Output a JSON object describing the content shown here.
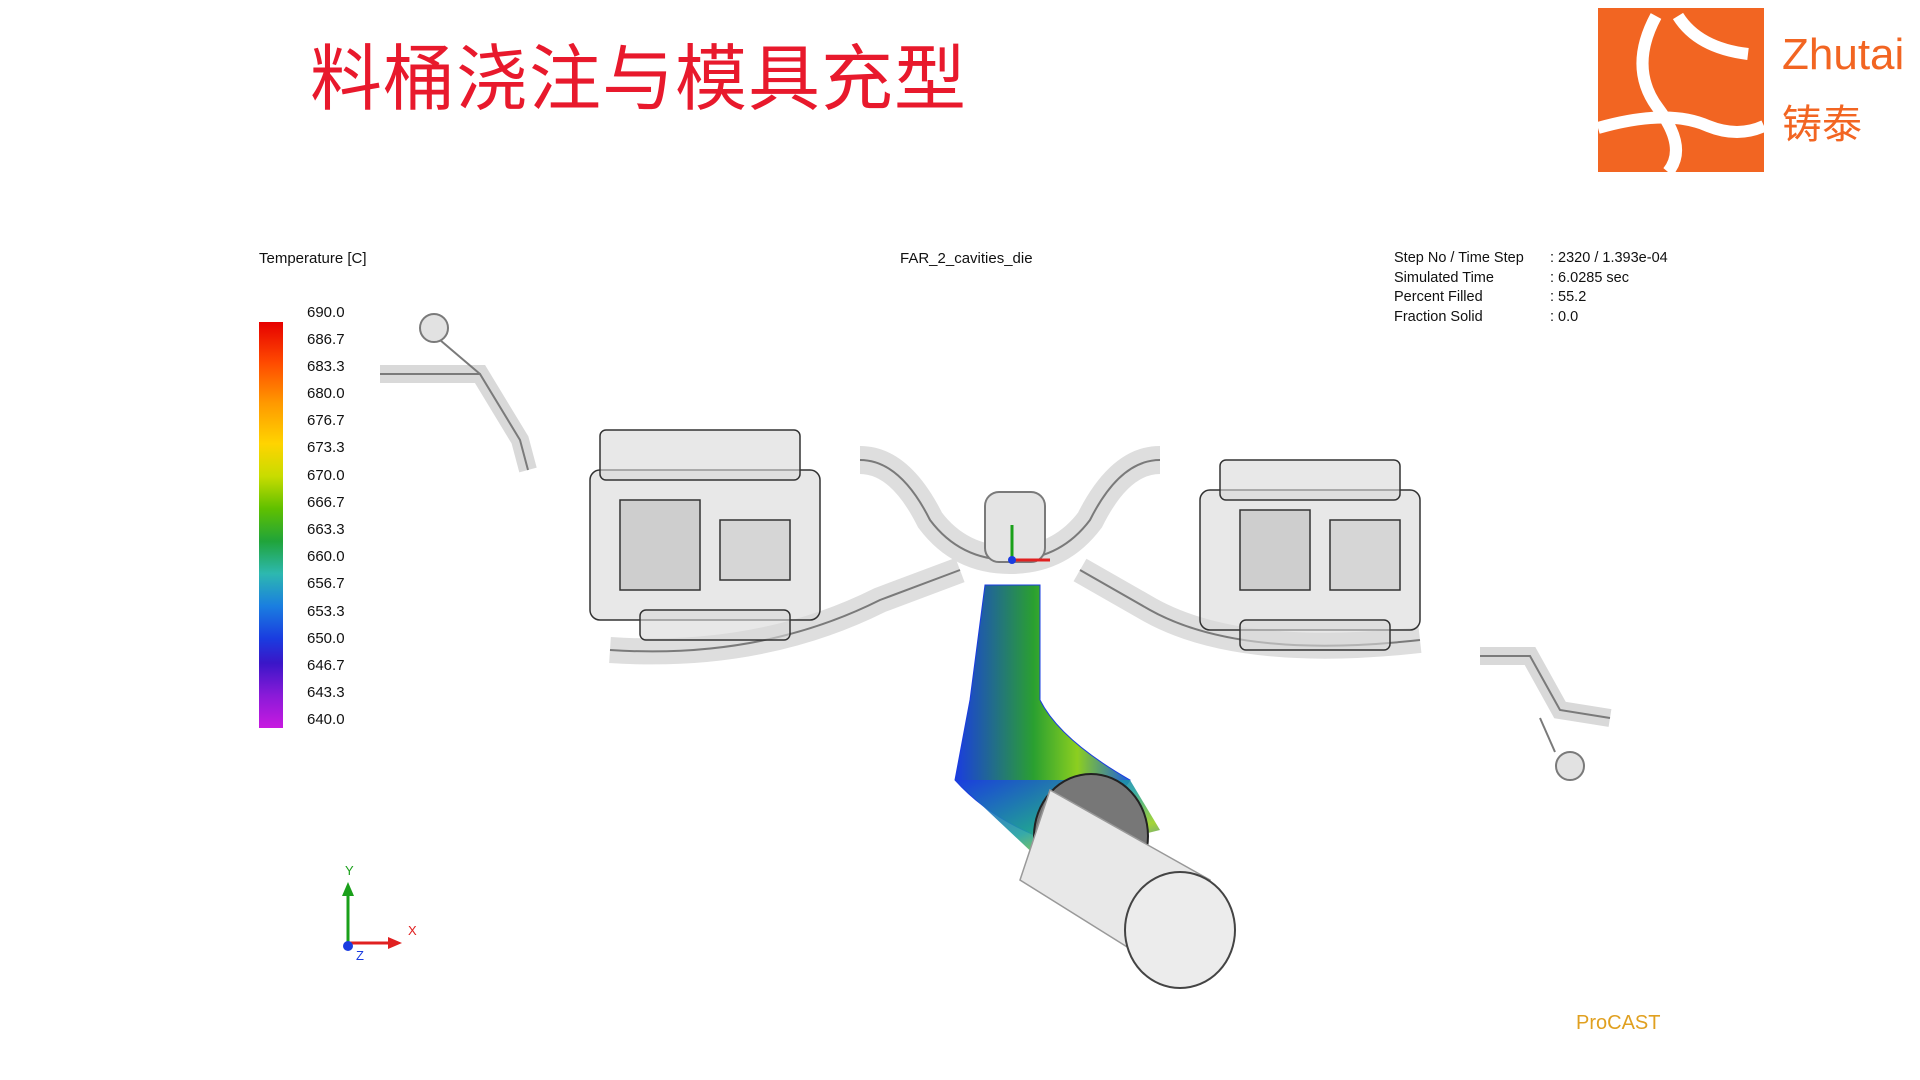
{
  "slide": {
    "title": "料桶浇注与模具充型"
  },
  "logo": {
    "latin": "Zhutai",
    "cjk": "铸泰",
    "color": "#f26522"
  },
  "legend": {
    "title": "Temperature [C]",
    "ticks": [
      "690.0",
      "686.7",
      "683.3",
      "680.0",
      "676.7",
      "673.3",
      "670.0",
      "666.7",
      "663.3",
      "660.0",
      "656.7",
      "653.3",
      "650.0",
      "646.7",
      "643.3",
      "640.0"
    ]
  },
  "model": {
    "name": "FAR_2_cavities_die"
  },
  "sim_info": [
    {
      "label": "Step No / Time Step",
      "value": ": 2320 / 1.393e-04"
    },
    {
      "label": "Simulated Time",
      "value": ": 6.0285 sec"
    },
    {
      "label": "Percent Filled",
      "value": ": 55.2"
    },
    {
      "label": "Fraction Solid",
      "value": ": 0.0"
    }
  ],
  "axes": {
    "x": "X",
    "y": "Y",
    "z": "Z"
  },
  "software": {
    "name": "ProCAST",
    "color": "#e0a020"
  },
  "colors": {
    "title": "#e8192c",
    "axis_x": "#e02020",
    "axis_y": "#1aa01a",
    "axis_z": "#1a3ce0"
  }
}
